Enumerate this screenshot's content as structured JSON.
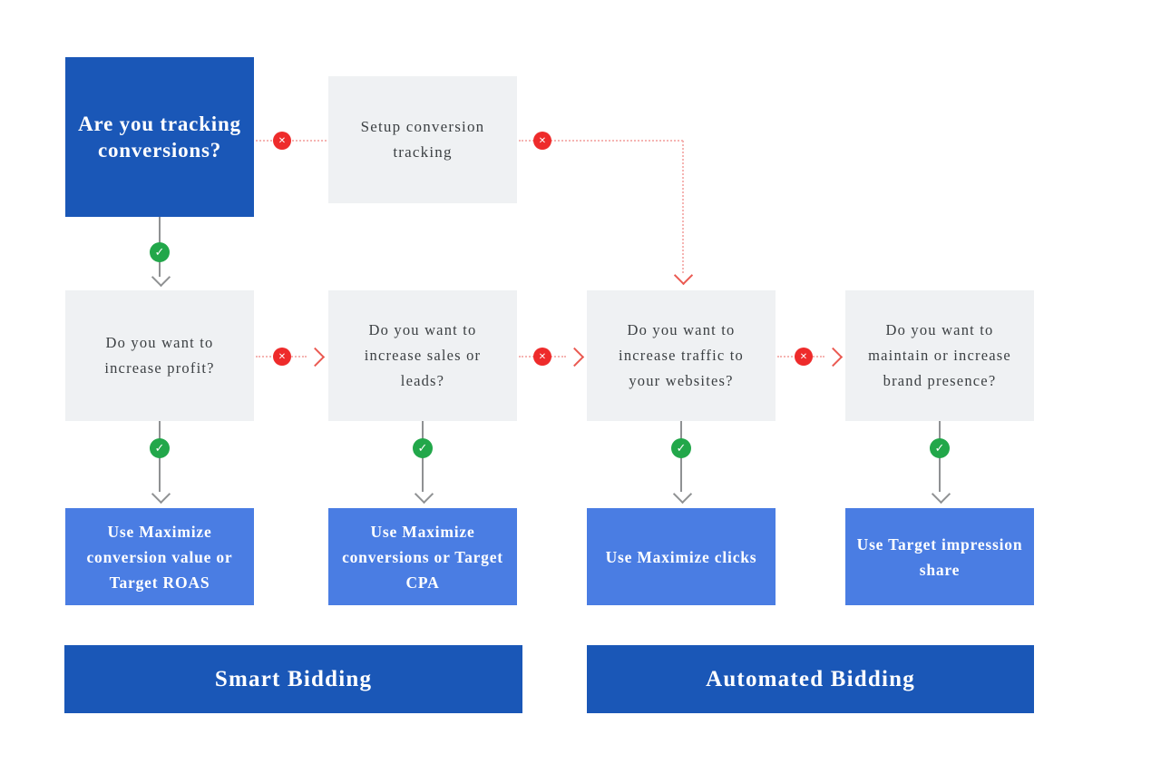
{
  "palette": {
    "dark_blue": "#1A57B7",
    "light_blue": "#4A7DE3",
    "gray_box": "#EFF1F3",
    "text_dark": "#3C4043",
    "red_badge": "#EE2B2B",
    "pink_dotted_line": "#F5B4B2",
    "red_arrowhead": "#EA5A52",
    "green_badge": "#22A74A",
    "gray_arrow": "#8F9193",
    "background": "#FFFFFF"
  },
  "icons": {
    "check_glyph": "✓",
    "cross_glyph": "✕"
  },
  "flow": {
    "root": {
      "label": "Are you tracking conversions?"
    },
    "no_action": {
      "label": "Setup conversion tracking"
    },
    "questions": [
      {
        "label": "Do you want to increase profit?"
      },
      {
        "label": "Do you want to increase sales or leads?"
      },
      {
        "label": "Do you want to increase traffic to your websites?"
      },
      {
        "label": "Do you want to maintain or increase brand presence?"
      }
    ],
    "results": [
      {
        "label": "Use Maximize conversion value or Target ROAS"
      },
      {
        "label": "Use Maximize conversions or Target CPA"
      },
      {
        "label": "Use Maximize clicks"
      },
      {
        "label": "Use Target impression share"
      }
    ],
    "categories": [
      {
        "label": "Smart Bidding"
      },
      {
        "label": "Automated Bidding"
      }
    ]
  }
}
